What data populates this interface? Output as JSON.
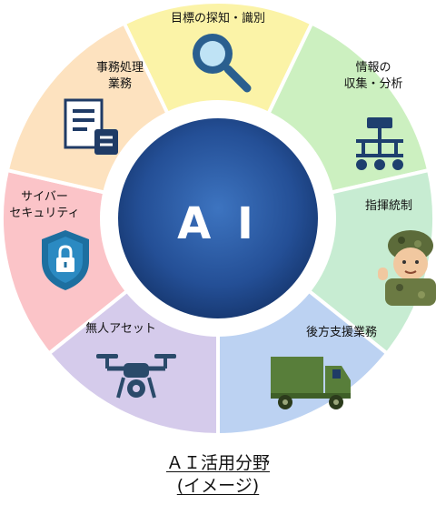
{
  "center_label": "A I",
  "segments": [
    {
      "key": "target",
      "label": "目標の探知・識別",
      "color": "#fbf3a7",
      "icon": "magnifier-icon"
    },
    {
      "key": "intel",
      "label": "情報の\n収集・分析",
      "color": "#ccf0c0",
      "icon": "network-icon"
    },
    {
      "key": "command",
      "label": "指揮統制",
      "color": "#c7ecd2",
      "icon": "soldier-icon"
    },
    {
      "key": "logistics",
      "label": "後方支援業務",
      "color": "#bcd2f2",
      "icon": "truck-icon"
    },
    {
      "key": "unmanned",
      "label": "無人アセット",
      "color": "#d5cbeb",
      "icon": "drone-icon"
    },
    {
      "key": "cyber",
      "label": "サイバー\nセキュリティ",
      "color": "#fbc4c8",
      "icon": "shield-lock-icon"
    },
    {
      "key": "admin",
      "label": "事務処理\n業務",
      "color": "#fde2bf",
      "icon": "document-icon"
    }
  ],
  "caption": {
    "line1": "ＡＩ活用分野",
    "line2": "(イメージ)"
  }
}
